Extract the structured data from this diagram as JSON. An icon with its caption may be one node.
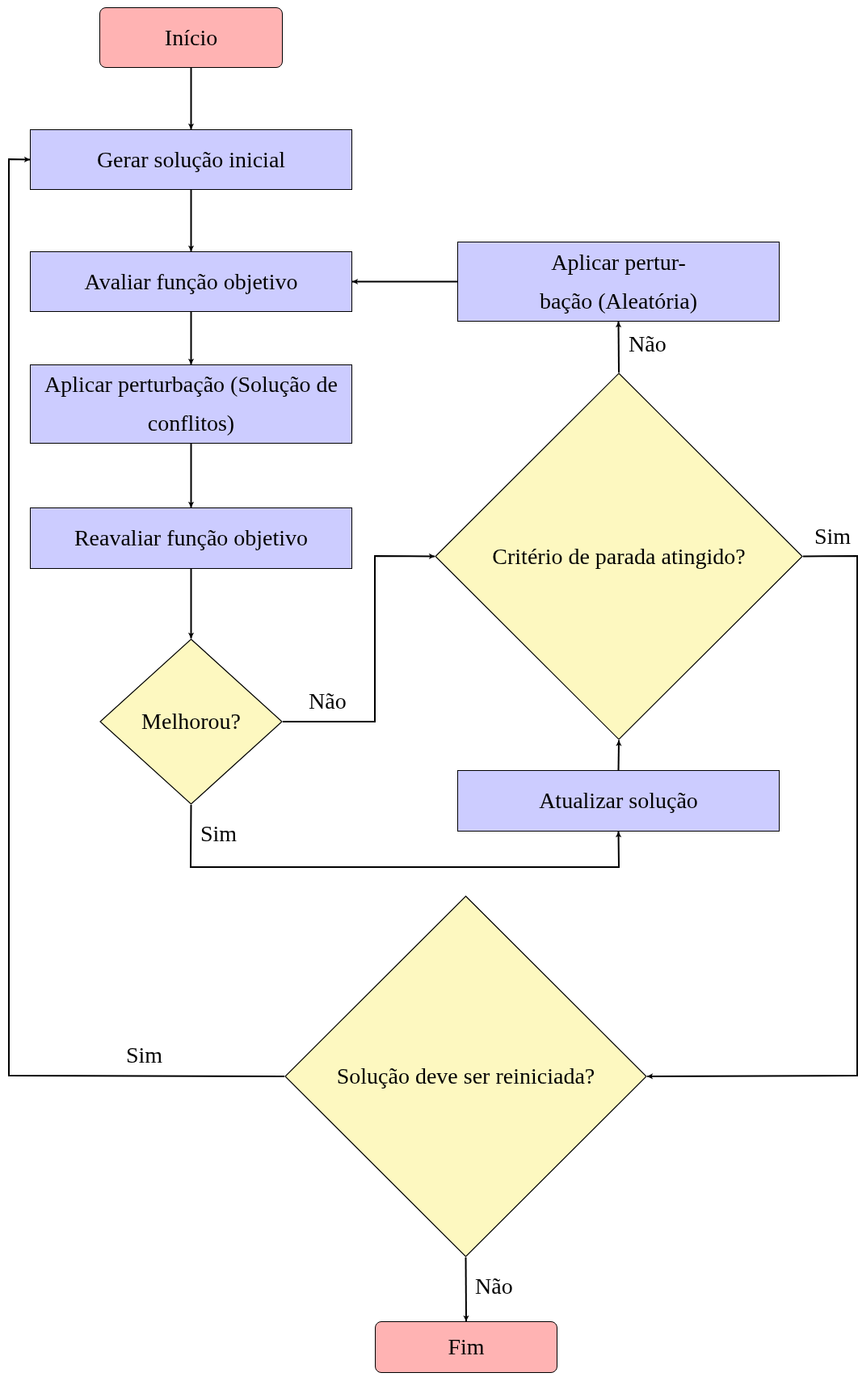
{
  "diagram": {
    "nodes": [
      {
        "text": [
          "Início"
        ]
      },
      {
        "text": [
          "Gerar solução inicial"
        ]
      },
      {
        "text": [
          "Avaliar função objetivo"
        ]
      },
      {
        "text": [
          "Aplicar perturbação (Solução de conflitos)"
        ]
      },
      {
        "text": [
          "Reavaliar função objetivo"
        ]
      },
      {
        "text": [
          "Melhorou?"
        ]
      },
      {
        "text": [
          "Critério de parada atingido?"
        ]
      },
      {
        "text": [
          "Aplicar pertur- bação (Aleatória)"
        ]
      },
      {
        "text": [
          "Atualizar solução"
        ]
      },
      {
        "text": [
          "Solução deve ser reiniciada?"
        ]
      },
      {
        "text": [
          "Fim"
        ]
      }
    ],
    "edges": [
      {
        "from": 0,
        "to": 1,
        "arrow": "to"
      },
      {
        "from": 1,
        "to": 2,
        "arrow": "to"
      },
      {
        "from": 2,
        "to": 3,
        "arrow": "to"
      },
      {
        "from": 3,
        "to": 4,
        "arrow": "to"
      },
      {
        "from": 4,
        "to": 5,
        "arrow": "to"
      },
      {
        "from": 5,
        "to": 6,
        "arrow": "to",
        "label": "Não"
      },
      {
        "from": 5,
        "to": 8,
        "arrow": "to",
        "label": "Sim"
      },
      {
        "from": 8,
        "to": 6,
        "arrow": "to"
      },
      {
        "from": 6,
        "to": 7,
        "arrow": "to",
        "label": "Não"
      },
      {
        "from": 7,
        "to": 2,
        "arrow": "to"
      },
      {
        "from": 6,
        "to": 9,
        "arrow": "to",
        "label": "Sim"
      },
      {
        "from": 9,
        "to": 1,
        "arrow": "to",
        "label": "Sim"
      },
      {
        "from": 9,
        "to": 10,
        "arrow": "to",
        "label": "Não"
      }
    ]
  }
}
